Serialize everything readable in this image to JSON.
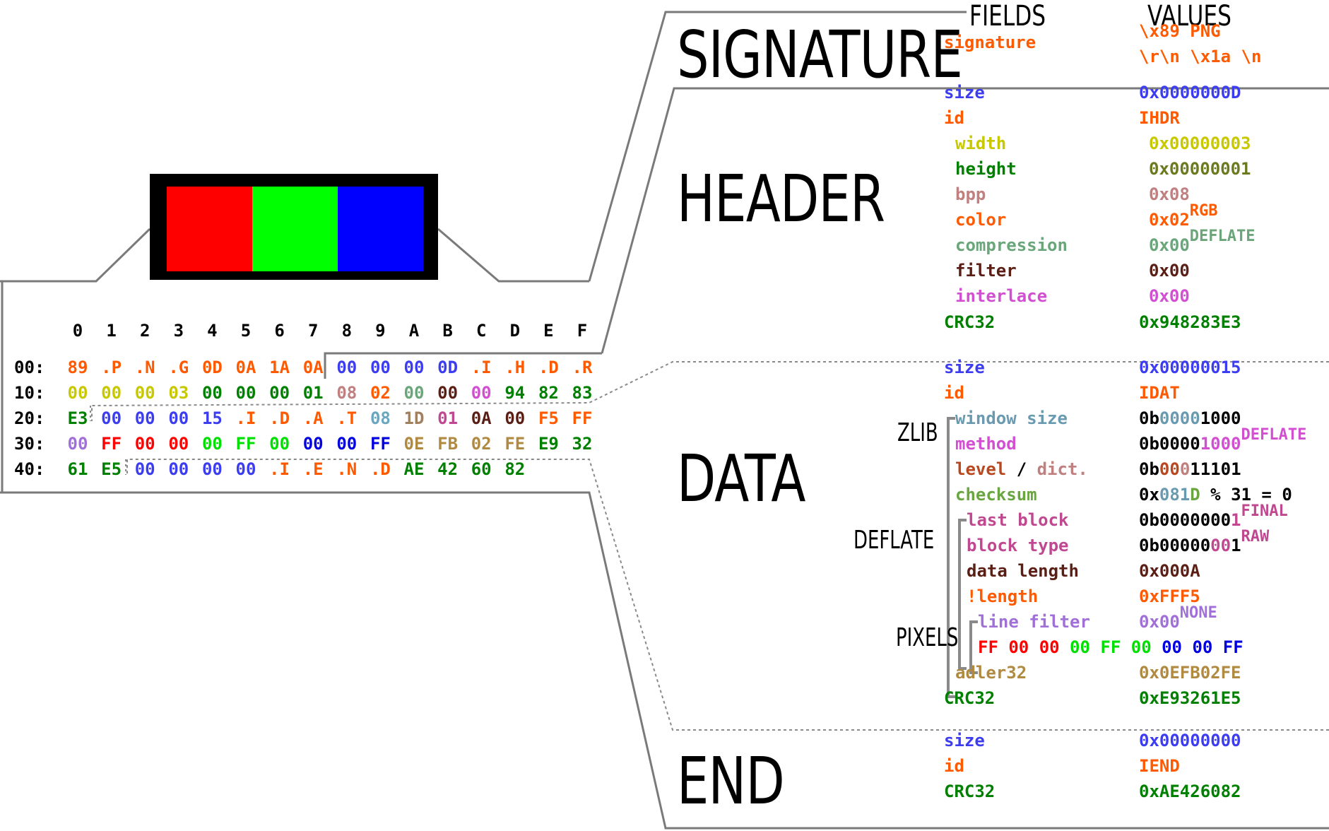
{
  "headings": {
    "fields": "FIELDS",
    "values": "VALUES"
  },
  "sections": [
    {
      "id": "signature",
      "title": "SIGNATURE"
    },
    {
      "id": "header",
      "title": "HEADER"
    },
    {
      "id": "data",
      "title": "DATA"
    },
    {
      "id": "end",
      "title": "END"
    }
  ],
  "group_labels": {
    "zlib": "ZLIB",
    "deflate": "DEFLATE",
    "pixels": "PIXELS"
  },
  "image_pixels": [
    "#ff0000",
    "#00ff00",
    "#0000ff"
  ],
  "hex_dump": {
    "columns": [
      "0",
      "1",
      "2",
      "3",
      "4",
      "5",
      "6",
      "7",
      "8",
      "9",
      "A",
      "B",
      "C",
      "D",
      "E",
      "F"
    ],
    "rows": [
      {
        "offset": "00:",
        "cells": [
          {
            "t": "89",
            "c": "#ff5a00"
          },
          {
            "t": ".P",
            "c": "#ff5a00"
          },
          {
            "t": ".N",
            "c": "#ff5a00"
          },
          {
            "t": ".G",
            "c": "#ff5a00"
          },
          {
            "t": "0D",
            "c": "#ff5a00"
          },
          {
            "t": "0A",
            "c": "#ff5a00"
          },
          {
            "t": "1A",
            "c": "#ff5a00"
          },
          {
            "t": "0A",
            "c": "#ff5a00"
          },
          {
            "t": "00",
            "c": "#3c3cf0"
          },
          {
            "t": "00",
            "c": "#3c3cf0"
          },
          {
            "t": "00",
            "c": "#3c3cf0"
          },
          {
            "t": "0D",
            "c": "#3c3cf0"
          },
          {
            "t": ".I",
            "c": "#ff5a00"
          },
          {
            "t": ".H",
            "c": "#ff5a00"
          },
          {
            "t": ".D",
            "c": "#ff5a00"
          },
          {
            "t": ".R",
            "c": "#ff5a00"
          }
        ]
      },
      {
        "offset": "10:",
        "cells": [
          {
            "t": "00",
            "c": "#c8c800"
          },
          {
            "t": "00",
            "c": "#c8c800"
          },
          {
            "t": "00",
            "c": "#c8c800"
          },
          {
            "t": "03",
            "c": "#c8c800"
          },
          {
            "t": "00",
            "c": "#008000"
          },
          {
            "t": "00",
            "c": "#008000"
          },
          {
            "t": "00",
            "c": "#008000"
          },
          {
            "t": "01",
            "c": "#008000"
          },
          {
            "t": "08",
            "c": "#c08080"
          },
          {
            "t": "02",
            "c": "#ff5a00"
          },
          {
            "t": "00",
            "c": "#6aa67a"
          },
          {
            "t": "00",
            "c": "#5a1e14"
          },
          {
            "t": "00",
            "c": "#d24fd2"
          },
          {
            "t": "94",
            "c": "#008000"
          },
          {
            "t": "82",
            "c": "#008000"
          },
          {
            "t": "83",
            "c": "#008000"
          }
        ]
      },
      {
        "offset": "20:",
        "cells": [
          {
            "t": "E3",
            "c": "#008000"
          },
          {
            "t": "00",
            "c": "#3c3cf0"
          },
          {
            "t": "00",
            "c": "#3c3cf0"
          },
          {
            "t": "00",
            "c": "#3c3cf0"
          },
          {
            "t": "15",
            "c": "#3c3cf0"
          },
          {
            "t": ".I",
            "c": "#ff5a00"
          },
          {
            "t": ".D",
            "c": "#ff5a00"
          },
          {
            "t": ".A",
            "c": "#ff5a00"
          },
          {
            "t": ".T",
            "c": "#ff5a00"
          },
          {
            "t": "08",
            "c": "#6aa6c0"
          },
          {
            "t": "1D",
            "c": "#a08060"
          },
          {
            "t": "01",
            "c": "#c04890"
          },
          {
            "t": "0A",
            "c": "#5a1e14"
          },
          {
            "t": "00",
            "c": "#5a1e14"
          },
          {
            "t": "F5",
            "c": "#ff5a00"
          },
          {
            "t": "FF",
            "c": "#ff5a00"
          }
        ]
      },
      {
        "offset": "30:",
        "cells": [
          {
            "t": "00",
            "c": "#a070d8"
          },
          {
            "t": "FF",
            "c": "#ff0000"
          },
          {
            "t": "00",
            "c": "#ff0000"
          },
          {
            "t": "00",
            "c": "#ff0000"
          },
          {
            "t": "00",
            "c": "#00e000"
          },
          {
            "t": "FF",
            "c": "#00e000"
          },
          {
            "t": "00",
            "c": "#00e000"
          },
          {
            "t": "00",
            "c": "#0000e0"
          },
          {
            "t": "00",
            "c": "#0000e0"
          },
          {
            "t": "FF",
            "c": "#0000e0"
          },
          {
            "t": "0E",
            "c": "#b08a40"
          },
          {
            "t": "FB",
            "c": "#b08a40"
          },
          {
            "t": "02",
            "c": "#b08a40"
          },
          {
            "t": "FE",
            "c": "#b08a40"
          },
          {
            "t": "E9",
            "c": "#008000"
          },
          {
            "t": "32",
            "c": "#008000"
          }
        ]
      },
      {
        "offset": "40:",
        "cells": [
          {
            "t": "61",
            "c": "#008000"
          },
          {
            "t": "E5",
            "c": "#008000"
          },
          {
            "t": "00",
            "c": "#3c3cf0"
          },
          {
            "t": "00",
            "c": "#3c3cf0"
          },
          {
            "t": "00",
            "c": "#3c3cf0"
          },
          {
            "t": "00",
            "c": "#3c3cf0"
          },
          {
            "t": ".I",
            "c": "#ff5a00"
          },
          {
            "t": ".E",
            "c": "#ff5a00"
          },
          {
            "t": ".N",
            "c": "#ff5a00"
          },
          {
            "t": ".D",
            "c": "#ff5a00"
          },
          {
            "t": "AE",
            "c": "#008000"
          },
          {
            "t": "42",
            "c": "#008000"
          },
          {
            "t": "60",
            "c": "#008000"
          },
          {
            "t": "82",
            "c": "#008000"
          }
        ]
      }
    ]
  },
  "fields": [
    {
      "id": "sig",
      "label": "signature",
      "color": "#ff5a00",
      "indent": 0,
      "value_parts": [
        [
          {
            "t": "\\x89 PNG",
            "c": "#ff5a00"
          }
        ],
        [
          {
            "t": "\\r\\n \\x1a \\n",
            "c": "#ff5a00"
          }
        ]
      ]
    },
    {
      "id": "hdr-size",
      "label": "size",
      "color": "#3c3cf0",
      "indent": 0,
      "value_parts": [
        [
          {
            "t": "0x0000000D",
            "c": "#3c3cf0"
          }
        ]
      ]
    },
    {
      "id": "hdr-id",
      "label": "id",
      "color": "#ff5a00",
      "indent": 0,
      "value_parts": [
        [
          {
            "t": "IHDR",
            "c": "#ff5a00"
          }
        ]
      ]
    },
    {
      "id": "hdr-width",
      "label": "width",
      "color": "#c8c800",
      "indent": 1,
      "value_parts": [
        [
          {
            "t": "0x00000003",
            "c": "#c8c800"
          }
        ]
      ]
    },
    {
      "id": "hdr-height",
      "label": "height",
      "color": "#008000",
      "indent": 1,
      "value_parts": [
        [
          {
            "t": "0x00000001",
            "c": "#6b7a1e"
          }
        ]
      ]
    },
    {
      "id": "hdr-bpp",
      "label": "bpp",
      "color": "#c08080",
      "indent": 1,
      "value_parts": [
        [
          {
            "t": "0x08",
            "c": "#c08080"
          }
        ]
      ]
    },
    {
      "id": "hdr-color",
      "label": "color",
      "color": "#ff5a00",
      "indent": 1,
      "value_parts": [
        [
          {
            "t": "0x02",
            "c": "#ff5a00"
          },
          {
            "t": "RGB",
            "c": "#ff5a00",
            "sup": true
          }
        ]
      ]
    },
    {
      "id": "hdr-compression",
      "label": "compression",
      "color": "#6aa67a",
      "indent": 1,
      "value_parts": [
        [
          {
            "t": "0x00",
            "c": "#6aa67a"
          },
          {
            "t": "DEFLATE",
            "c": "#6aa67a",
            "sup": true
          }
        ]
      ]
    },
    {
      "id": "hdr-filter",
      "label": "filter",
      "color": "#5a1e14",
      "indent": 1,
      "value_parts": [
        [
          {
            "t": "0x00",
            "c": "#5a1e14"
          }
        ]
      ]
    },
    {
      "id": "hdr-interlace",
      "label": "interlace",
      "color": "#d24fd2",
      "indent": 1,
      "value_parts": [
        [
          {
            "t": "0x00",
            "c": "#d24fd2"
          }
        ]
      ]
    },
    {
      "id": "hdr-crc",
      "label": "CRC32",
      "color": "#008000",
      "indent": 0,
      "value_parts": [
        [
          {
            "t": "0x948283E3",
            "c": "#008000"
          }
        ]
      ]
    },
    {
      "id": "dat-size",
      "label": "size",
      "color": "#3c3cf0",
      "indent": 0,
      "value_parts": [
        [
          {
            "t": "0x00000015",
            "c": "#3c3cf0"
          }
        ]
      ]
    },
    {
      "id": "dat-id",
      "label": "id",
      "color": "#ff5a00",
      "indent": 0,
      "value_parts": [
        [
          {
            "t": "IDAT",
            "c": "#ff5a00"
          }
        ]
      ]
    },
    {
      "id": "dat-window",
      "label": "window size",
      "color": "#6a9ab0",
      "indent": 1,
      "value_parts": [
        [
          {
            "t": "0b",
            "c": "#000000"
          },
          {
            "t": "0000",
            "c": "#6a9ab0"
          },
          {
            "t": "1000",
            "c": "#000000"
          }
        ]
      ]
    },
    {
      "id": "dat-method",
      "label": "method",
      "color": "#d24fd2",
      "indent": 1,
      "value_parts": [
        [
          {
            "t": "0b0000",
            "c": "#000000"
          },
          {
            "t": "1000",
            "c": "#d24fd2"
          },
          {
            "t": "DEFLATE",
            "c": "#d24fd2",
            "sup": true
          }
        ]
      ]
    },
    {
      "id": "dat-level",
      "label": "level / dict.",
      "color": "#b84820",
      "indent": 1,
      "value_parts": [
        [
          {
            "t": "0b",
            "c": "#000000"
          },
          {
            "t": "00",
            "c": "#b84820"
          },
          {
            "t": "0",
            "c": "#c08080"
          },
          {
            "t": "11101",
            "c": "#000000"
          }
        ]
      ]
    },
    {
      "id": "dat-checksum",
      "label": "checksum",
      "color": "#6aa640",
      "indent": 1,
      "value_parts": [
        [
          {
            "t": "0x",
            "c": "#000000"
          },
          {
            "t": "081",
            "c": "#6a9ab0"
          },
          {
            "t": "D",
            "c": "#6aa640"
          },
          {
            "t": " % 31 = 0",
            "c": "#000000"
          }
        ]
      ]
    },
    {
      "id": "dat-last",
      "label": "last block",
      "color": "#c04890",
      "indent": 2,
      "value_parts": [
        [
          {
            "t": "0b0000000",
            "c": "#000000"
          },
          {
            "t": "1",
            "c": "#c04890"
          },
          {
            "t": "FINAL",
            "c": "#c04890",
            "sup": true
          }
        ]
      ]
    },
    {
      "id": "dat-btype",
      "label": "block type",
      "color": "#c04890",
      "indent": 2,
      "value_parts": [
        [
          {
            "t": "0b00000",
            "c": "#000000"
          },
          {
            "t": "00",
            "c": "#c04890"
          },
          {
            "t": "1",
            "c": "#000000"
          },
          {
            "t": "RAW",
            "c": "#c04890",
            "sup": true
          }
        ]
      ]
    },
    {
      "id": "dat-len",
      "label": "data length",
      "color": "#5a1e14",
      "indent": 2,
      "value_parts": [
        [
          {
            "t": "0x000A",
            "c": "#5a1e14"
          }
        ]
      ]
    },
    {
      "id": "dat-nlen",
      "label": "!length",
      "color": "#ff5a00",
      "indent": 2,
      "value_parts": [
        [
          {
            "t": "0xFFF5",
            "c": "#ff5a00"
          }
        ]
      ]
    },
    {
      "id": "dat-linefilter",
      "label": "line filter",
      "color": "#a070d8",
      "indent": 3,
      "value_parts": [
        [
          {
            "t": "0x00",
            "c": "#a070d8"
          },
          {
            "t": "NONE",
            "c": "#a070d8",
            "sup": true
          }
        ]
      ]
    },
    {
      "id": "dat-pixels",
      "label": "",
      "color": "#000000",
      "indent": 3,
      "value_parts": [
        [
          {
            "t": "FF 00 00 ",
            "c": "#ff0000"
          },
          {
            "t": "00 FF 00 ",
            "c": "#00e000"
          },
          {
            "t": "00 00 FF",
            "c": "#0000e0"
          }
        ]
      ]
    },
    {
      "id": "dat-adler",
      "label": "adler32",
      "color": "#b08a40",
      "indent": 1,
      "value_parts": [
        [
          {
            "t": "0x0EFB02FE",
            "c": "#b08a40"
          }
        ]
      ]
    },
    {
      "id": "dat-crc",
      "label": "CRC32",
      "color": "#008000",
      "indent": 0,
      "value_parts": [
        [
          {
            "t": "0xE93261E5",
            "c": "#008000"
          }
        ]
      ]
    },
    {
      "id": "end-size",
      "label": "size",
      "color": "#3c3cf0",
      "indent": 0,
      "value_parts": [
        [
          {
            "t": "0x00000000",
            "c": "#3c3cf0"
          }
        ]
      ]
    },
    {
      "id": "end-id",
      "label": "id",
      "color": "#ff5a00",
      "indent": 0,
      "value_parts": [
        [
          {
            "t": "IEND",
            "c": "#ff5a00"
          }
        ]
      ]
    },
    {
      "id": "end-crc",
      "label": "CRC32",
      "color": "#008000",
      "indent": 0,
      "value_parts": [
        [
          {
            "t": "0xAE426082",
            "c": "#008000"
          }
        ]
      ]
    }
  ]
}
